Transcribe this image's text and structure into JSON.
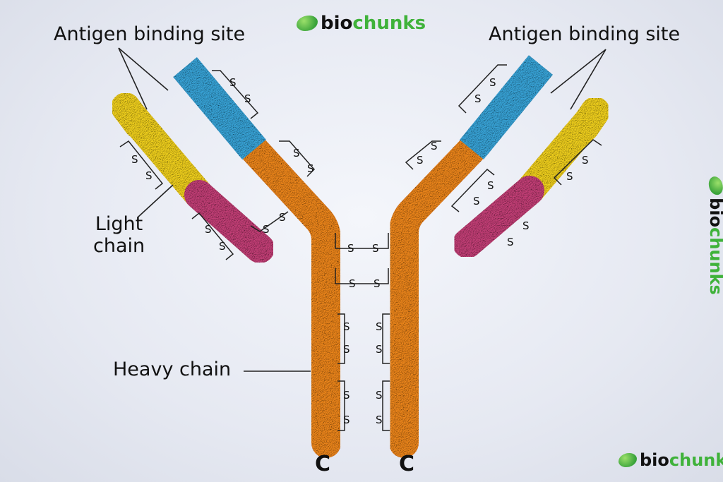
{
  "labels": {
    "antigen_left": "Antigen binding site",
    "antigen_right": "Antigen binding site",
    "light_chain": "Light\nchain",
    "heavy_chain": "Heavy chain",
    "c_left": "C",
    "c_right": "C",
    "disulfide": "S"
  },
  "logo": {
    "bio": "bio",
    "chunks": "chunks"
  },
  "colors": {
    "heavy": "#f2891c",
    "variable_heavy": "#3aa8dd",
    "variable_light": "#f6d51f",
    "constant_light": "#c8417a",
    "brand_green": "#3fb23a"
  },
  "icons": [
    "leaf-icon"
  ]
}
